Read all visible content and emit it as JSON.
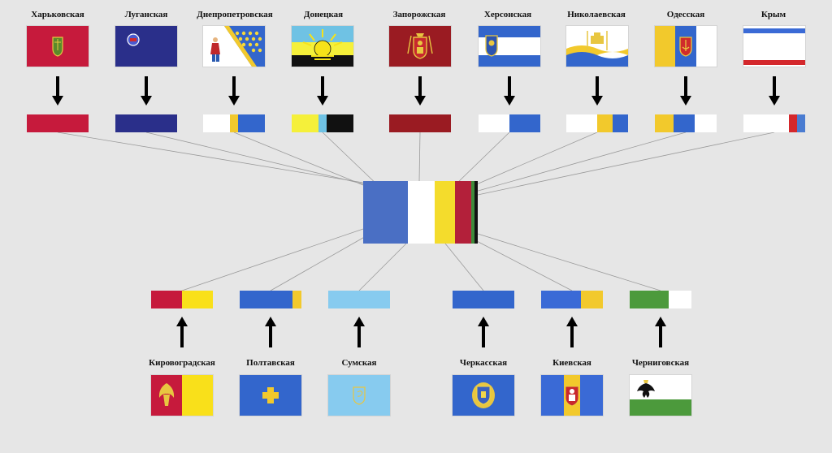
{
  "colors": {
    "blue": "#4a6fc4",
    "white": "#ffffff",
    "yellow": "#f4dc2c",
    "red": "#b3203a",
    "darkred": "#9a1b22",
    "green": "#3e8a3a",
    "black": "#111111",
    "navy": "#2a2f8a",
    "royal": "#3366cc",
    "sky": "#87cbef",
    "mid": "#2f5fc0",
    "gold": "#f2c92c"
  },
  "top": [
    {
      "name": "Харьковская",
      "icon": "harkiv-emblem-icon",
      "strip": [
        [
          "#c61a3c",
          1
        ]
      ]
    },
    {
      "name": "Луганская",
      "icon": "luhansk-emblem-icon",
      "strip": [
        [
          "#2a2f8a",
          1
        ]
      ]
    },
    {
      "name": "Днепропетровская",
      "icon": "cossack-icon",
      "strip": [
        [
          "#ffffff",
          4
        ],
        [
          "#f2c92c",
          1.3
        ],
        [
          "#3366cc",
          4
        ]
      ]
    },
    {
      "name": "Донецкая",
      "icon": "sun-icon",
      "strip": [
        [
          "#f5f03a",
          4
        ],
        [
          "#6fc2e4",
          1.2
        ],
        [
          "#111111",
          4
        ]
      ]
    },
    {
      "name": "Запорожская",
      "icon": "zaporizhzhia-emblem-icon",
      "strip": [
        [
          "#9a1b22",
          1
        ]
      ]
    },
    {
      "name": "Херсонская",
      "icon": "kherson-emblem-icon",
      "strip": [
        [
          "#ffffff",
          5
        ],
        [
          "#3366cc",
          5
        ]
      ]
    },
    {
      "name": "Николаевская",
      "icon": "mykolaiv-emblem-icon",
      "strip": [
        [
          "#ffffff",
          5
        ],
        [
          "#f2c92c",
          2.5
        ],
        [
          "#3366cc",
          2.5
        ]
      ]
    },
    {
      "name": "Одесская",
      "icon": "odesa-emblem-icon",
      "strip": [
        [
          "#f2c92c",
          3
        ],
        [
          "#3366cc",
          3.5
        ],
        [
          "#ffffff",
          3.5
        ]
      ]
    },
    {
      "name": "Крым",
      "icon": "crimea-flag-icon",
      "strip": [
        [
          "#ffffff",
          7
        ],
        [
          "#d4282c",
          1.3
        ],
        [
          "#4a7cd1",
          1.2
        ]
      ]
    }
  ],
  "result": [
    [
      "#4a6fc4",
      7.4
    ],
    [
      "#ffffff",
      4.4
    ],
    [
      "#f4dc2c",
      3.4
    ],
    [
      "#b3203a",
      2.7
    ],
    [
      "#3e8a3a",
      0.6
    ],
    [
      "#111111",
      0.5
    ]
  ],
  "bottom": [
    {
      "name": "Кировоградская",
      "icon": "kirovohrad-emblem-icon",
      "strip": [
        [
          "#c61a3c",
          1
        ],
        [
          "#f9e01a",
          1
        ]
      ]
    },
    {
      "name": "Полтавская",
      "icon": "poltava-cross-icon",
      "strip": [
        [
          "#3366cc",
          8
        ],
        [
          "#f2c92c",
          1.3
        ]
      ]
    },
    {
      "name": "Сумская",
      "icon": "sumy-emblem-icon",
      "strip": [
        [
          "#87cbef",
          1
        ]
      ]
    },
    {
      "name": "Черкасская",
      "icon": "cherkasy-emblem-icon",
      "strip": [
        [
          "#3366cc",
          1
        ]
      ]
    },
    {
      "name": "Киевская",
      "icon": "kyiv-emblem-icon",
      "strip": [
        [
          "#3a6ad6",
          6.5
        ],
        [
          "#f2c92c",
          3.5
        ]
      ]
    },
    {
      "name": "Черниговская",
      "icon": "chernihiv-eagle-icon",
      "strip": [
        [
          "#4c9a3c",
          6.3
        ],
        [
          "#ffffff",
          3.7
        ]
      ]
    }
  ]
}
